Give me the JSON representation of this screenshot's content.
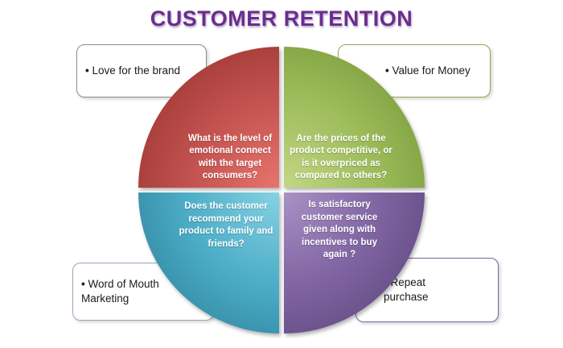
{
  "title": "CUSTOMER RETENTION",
  "colors": {
    "title": "#6b2d90",
    "quadrant_top_left": "#c0504d",
    "quadrant_top_right": "#9bbb59",
    "quadrant_bottom_left": "#4bacc6",
    "quadrant_bottom_right": "#8064a2"
  },
  "quadrants": {
    "top_left": {
      "question": "What is the level of emotional connect with the target consumers?"
    },
    "top_right": {
      "question": "Are the prices of the product competitive, or is it overpriced as compared to others?"
    },
    "bottom_left": {
      "question": "Does the customer recommend your product to family and friends?"
    },
    "bottom_right": {
      "question": "Is satisfactory customer service given along with incentives to buy again ?"
    }
  },
  "callouts": {
    "top_left": {
      "label": "Love for the brand"
    },
    "top_right": {
      "label": "Value for Money"
    },
    "bottom_left": {
      "label": "Word of Mouth Marketing"
    },
    "bottom_right": {
      "label": "Repeat purchase"
    }
  }
}
